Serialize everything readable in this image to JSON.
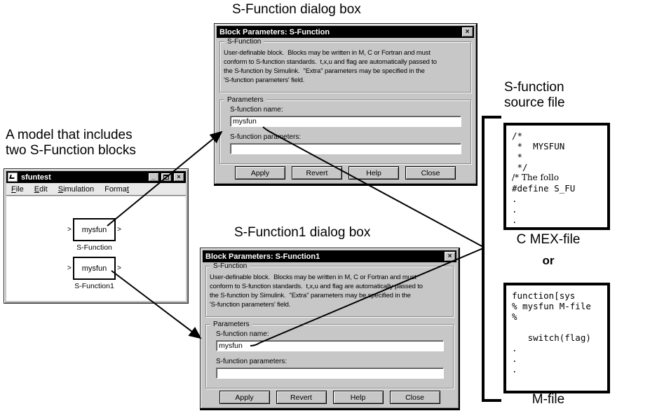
{
  "captions": {
    "dialog1": "S-Function dialog box",
    "dialog2": "S-Function1 dialog box",
    "model": "A model that includes\ntwo S-Function blocks",
    "source_file": "S-function\nsource file",
    "cmex": "C MEX-file",
    "or": "or",
    "mfile": "M-file"
  },
  "dialog1": {
    "title": "Block Parameters: S-Function",
    "close_glyph": "×",
    "group1_title": "S-Function",
    "description_lines": [
      "User-definable block.  Blocks may be written in M, C or Fortran and must",
      "conform to S-function standards.  t,x,u and flag are automatically passed to",
      "the S-function by Simulink.  ''Extra'' parameters may be specified in the",
      "'S-function parameters' field."
    ],
    "group2_title": "Parameters",
    "name_label": "S-function name:",
    "name_value": "mysfun",
    "params_label": "S-function parameters:",
    "params_value": "",
    "buttons": [
      "Apply",
      "Revert",
      "Help",
      "Close"
    ]
  },
  "dialog2": {
    "title": "Block Parameters: S-Function1",
    "close_glyph": "×",
    "group1_title": "S-Function",
    "description_lines": [
      "User-definable block.  Blocks may be written in M, C or Fortran and must",
      "conform to S-function standards.  t,x,u and flag are automatically passed to",
      "the S-function by Simulink.  ''Extra'' parameters may be specified in the",
      "'S-function parameters' field."
    ],
    "group2_title": "Parameters",
    "name_label": "S-function name:",
    "name_value": "mysfun",
    "params_label": "S-function parameters:",
    "params_value": "",
    "buttons": [
      "Apply",
      "Revert",
      "Help",
      "Close"
    ]
  },
  "model_window": {
    "title": "sfuntest",
    "minimize_glyph": "_",
    "close_glyph": "×",
    "menu": [
      {
        "pre": "",
        "key": "F",
        "post": "ile"
      },
      {
        "pre": "",
        "key": "E",
        "post": "dit"
      },
      {
        "pre": "",
        "key": "S",
        "post": "imulation"
      },
      {
        "pre": "Forma",
        "key": "t",
        "post": ""
      }
    ],
    "port_glyph": ">",
    "blocks": [
      {
        "text": "mysfun",
        "label": "S-Function"
      },
      {
        "text": "mysfun",
        "label": "S-Function1"
      }
    ]
  },
  "cmex_code_lines": [
    "/*",
    " *  MYSFUN",
    " *",
    " */",
    "/* The follo",
    "#define S_FU",
    ".",
    ".",
    "."
  ],
  "mfile_code_lines": [
    "function[sys",
    "% mysfun M-file",
    "%",
    "",
    "   switch(flag)",
    ".",
    ".",
    "."
  ],
  "colors": {
    "dialog_bg": "#c7c7c7",
    "titlebar_bg": "#000000",
    "titlebar_text": "#ffffff",
    "field_bg": "#ffffff",
    "line_color": "#000000"
  }
}
